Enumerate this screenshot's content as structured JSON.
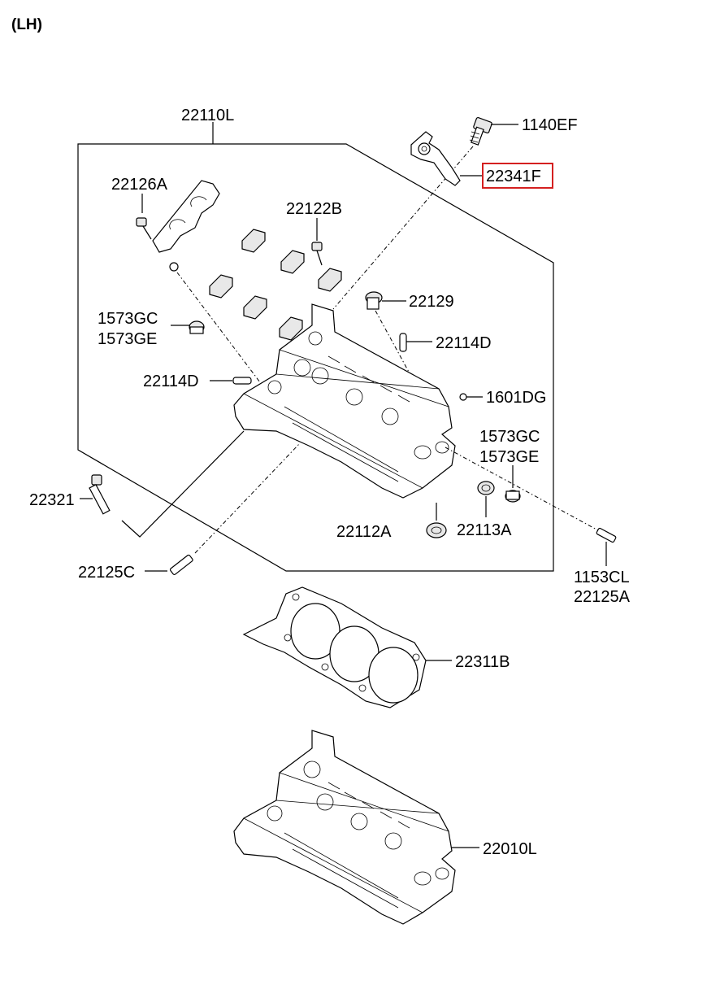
{
  "header": {
    "side": "(LH)"
  },
  "labels": {
    "l22110L": "22110L",
    "l1140EF": "1140EF",
    "l22341F": "22341F",
    "l22126A": "22126A",
    "l22122B": "22122B",
    "l22129": "22129",
    "l1573GC_a": "1573GC",
    "l1573GE_a": "1573GE",
    "l22114D_a": "22114D",
    "l22114D_b": "22114D",
    "l1601DG": "1601DG",
    "l1573GC_b": "1573GC",
    "l1573GE_b": "1573GE",
    "l22321": "22321",
    "l22112A": "22112A",
    "l22113A": "22113A",
    "l22125C": "22125C",
    "l1153CL": "1153CL",
    "l22125A": "22125A",
    "l22311B": "22311B",
    "l22010L": "22010L"
  },
  "highlight": {
    "part": "22341F",
    "color": "#d42020"
  }
}
